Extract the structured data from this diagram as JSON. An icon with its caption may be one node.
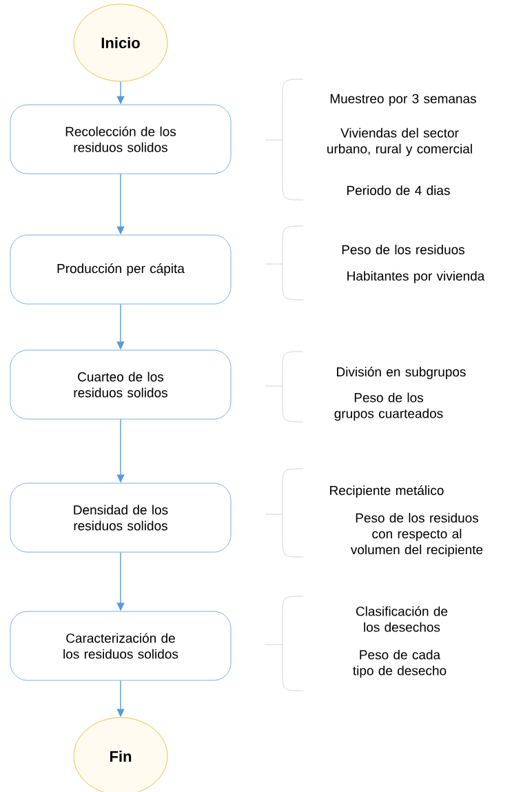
{
  "diagram": {
    "nodes": [
      {
        "text": [
          "Inicio"
        ]
      },
      {
        "text": [
          "Recolección de los residuos solidos"
        ],
        "beside": [
          "Muestreo por 3 semanas",
          "Viviendas del sector urbano, rural y comercial",
          "Periodo de 4 dias"
        ]
      },
      {
        "text": [
          "Producción per cápita"
        ],
        "beside": [
          "Peso de los residuos",
          "Habitantes por vivienda"
        ]
      },
      {
        "text": [
          "Cuarteo de los residuos solidos"
        ],
        "beside": [
          "División en subgrupos",
          "Peso de los grupos cuarteados"
        ]
      },
      {
        "text": [
          "Densidad de los residuos solidos"
        ],
        "beside": [
          "Recipiente metálico",
          "Peso de los residuos con respecto al volumen del recipiente"
        ]
      },
      {
        "text": [
          "Caracterización de los residuos solidos"
        ],
        "beside": [
          "Clasificación de los desechos",
          "Peso de cada tipo de desecho"
        ]
      },
      {
        "text": [
          "Fin"
        ]
      }
    ],
    "edges": [
      {
        "from": 0,
        "to": 1,
        "arrow": "to"
      },
      {
        "from": 1,
        "to": 2,
        "arrow": "to"
      },
      {
        "from": 2,
        "to": 3,
        "arrow": "to"
      },
      {
        "from": 3,
        "to": 4,
        "arrow": "to"
      },
      {
        "from": 4,
        "to": 5,
        "arrow": "to"
      },
      {
        "from": 5,
        "to": 6,
        "arrow": "to"
      }
    ]
  }
}
